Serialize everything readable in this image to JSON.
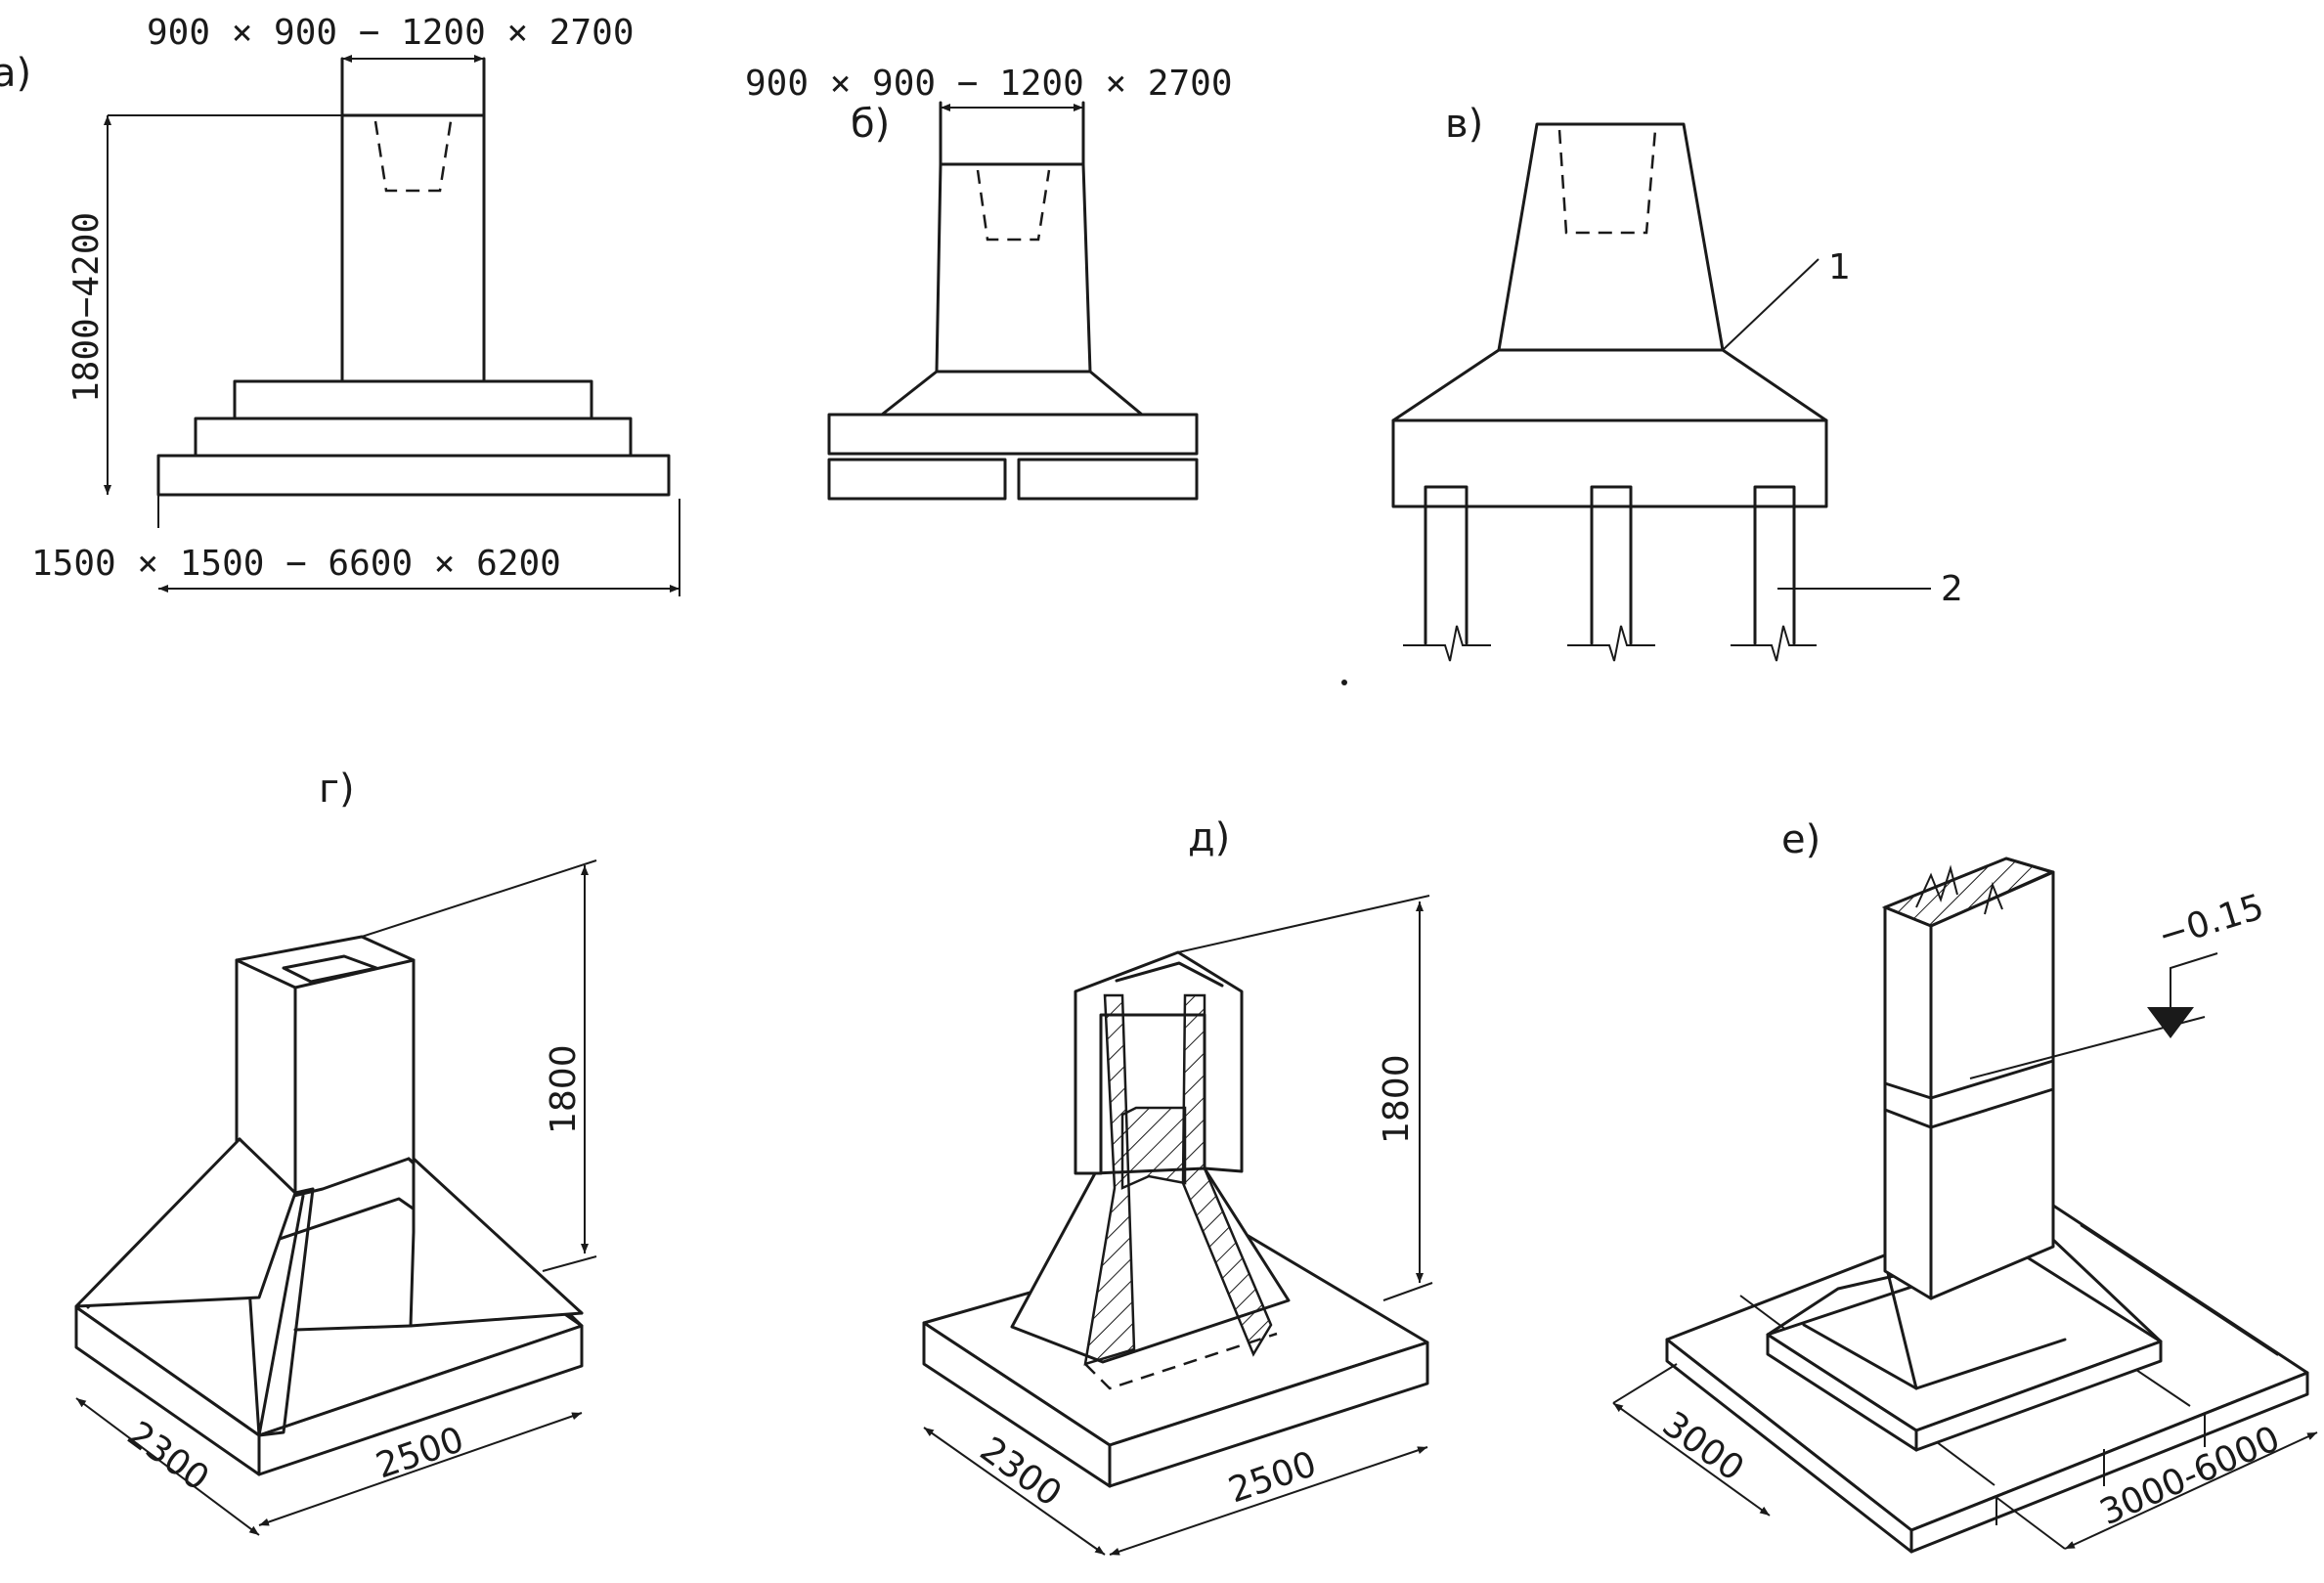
{
  "panels": {
    "a": {
      "label": "а)",
      "top_dim": "900 × 900 − 1200 × 2700",
      "height_dim": "1800−4200",
      "base_dim": "1500 × 1500 − 6600 × 6200"
    },
    "b": {
      "label": "б)",
      "top_dim": "900 × 900 − 1200 × 2700"
    },
    "v": {
      "label": "в)",
      "callout_1": "1",
      "callout_2": "2"
    },
    "g": {
      "label": "г)",
      "height_dim": "1800",
      "width_dim": "2300",
      "length_dim": "2500"
    },
    "d": {
      "label": "д)",
      "height_dim": "1800",
      "width_dim": "2300",
      "length_dim": "2500"
    },
    "e": {
      "label": "е)",
      "level_mark": "−0.15",
      "width_dim": "3000",
      "length_dim": "3000-6000"
    }
  }
}
